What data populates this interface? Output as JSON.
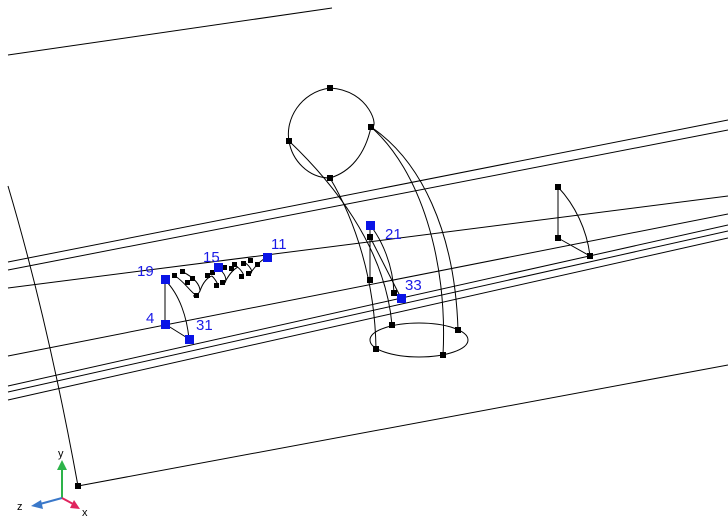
{
  "view": {
    "selected_vertex_labels": [
      "19",
      "15",
      "11",
      "4",
      "31",
      "21",
      "33"
    ],
    "axis_labels": {
      "y": "y",
      "z": "z",
      "x": "x"
    },
    "colors": {
      "background": "#ffffff",
      "edges": "#000000",
      "vertices": "#000000",
      "selected_vertices": "#0a14e6",
      "labels": "#1a1ae6",
      "axis_y": "#2db34a",
      "axis_z": "#3a78c9",
      "axis_x": "#e0245e"
    }
  }
}
